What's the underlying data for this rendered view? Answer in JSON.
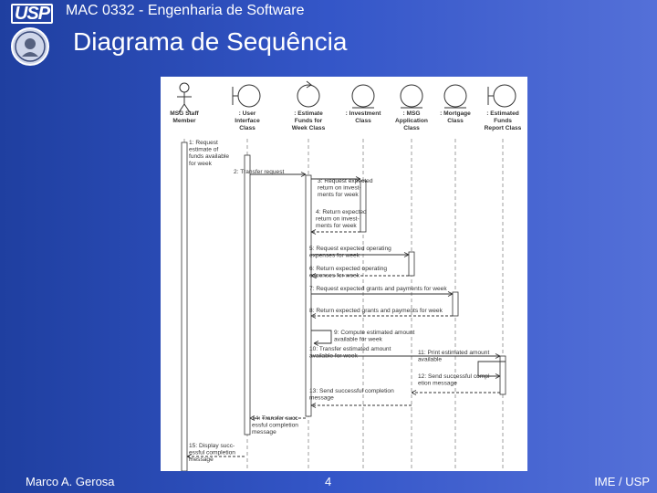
{
  "header": {
    "logo_text": "USP",
    "course": "MAC 0332 - Engenharia de Software",
    "title": "Diagrama de Sequência"
  },
  "footer": {
    "author": "Marco A. Gerosa",
    "page": "4",
    "institution": "IME / USP"
  },
  "diagram": {
    "lifelines": [
      {
        "kind": "actor",
        "lines": [
          "MSG Staff",
          "Member"
        ]
      },
      {
        "kind": "boundary",
        "lines": [
          ": User",
          "Interface",
          "Class"
        ]
      },
      {
        "kind": "control",
        "lines": [
          ": Estimate",
          "Funds for",
          "Week Class"
        ]
      },
      {
        "kind": "entity",
        "lines": [
          ": Investment",
          "Class"
        ]
      },
      {
        "kind": "entity",
        "lines": [
          ": MSG",
          "Application",
          "Class"
        ]
      },
      {
        "kind": "entity",
        "lines": [
          ": Mortgage",
          "Class"
        ]
      },
      {
        "kind": "boundary",
        "lines": [
          ": Estimated",
          "Funds",
          "Report Class"
        ]
      }
    ],
    "messages": [
      {
        "lines": [
          "1: Request",
          "estimate of",
          "funds available",
          "for week"
        ]
      },
      {
        "lines": [
          "2: Transfer request"
        ]
      },
      {
        "lines": [
          "3: Request expected",
          "return on invest-",
          "ments for week"
        ]
      },
      {
        "lines": [
          "4: Return expected",
          "return on invest-",
          "ments for week"
        ]
      },
      {
        "lines": [
          "5: Request expected operating",
          "expenses for week"
        ]
      },
      {
        "lines": [
          "6: Return expected operating",
          "expenses for week"
        ]
      },
      {
        "lines": [
          "7: Request expected grants and payments for week"
        ]
      },
      {
        "lines": [
          "8: Return expected grants and payments for week"
        ]
      },
      {
        "lines": [
          "9: Compute estimated amount",
          "available for week"
        ]
      },
      {
        "lines": [
          "10: Transfer estimated amount",
          "available for week"
        ]
      },
      {
        "lines": [
          "11: Print estimated amount",
          "available"
        ]
      },
      {
        "lines": [
          "12: Send successful compl-",
          "etion message"
        ]
      },
      {
        "lines": [
          "13: Send successful completion",
          "message"
        ]
      },
      {
        "lines": [
          "14: Transfer succ-",
          "essful completion",
          "message"
        ]
      },
      {
        "lines": [
          "15: Display succ-",
          "essful completion",
          "message"
        ]
      }
    ]
  }
}
